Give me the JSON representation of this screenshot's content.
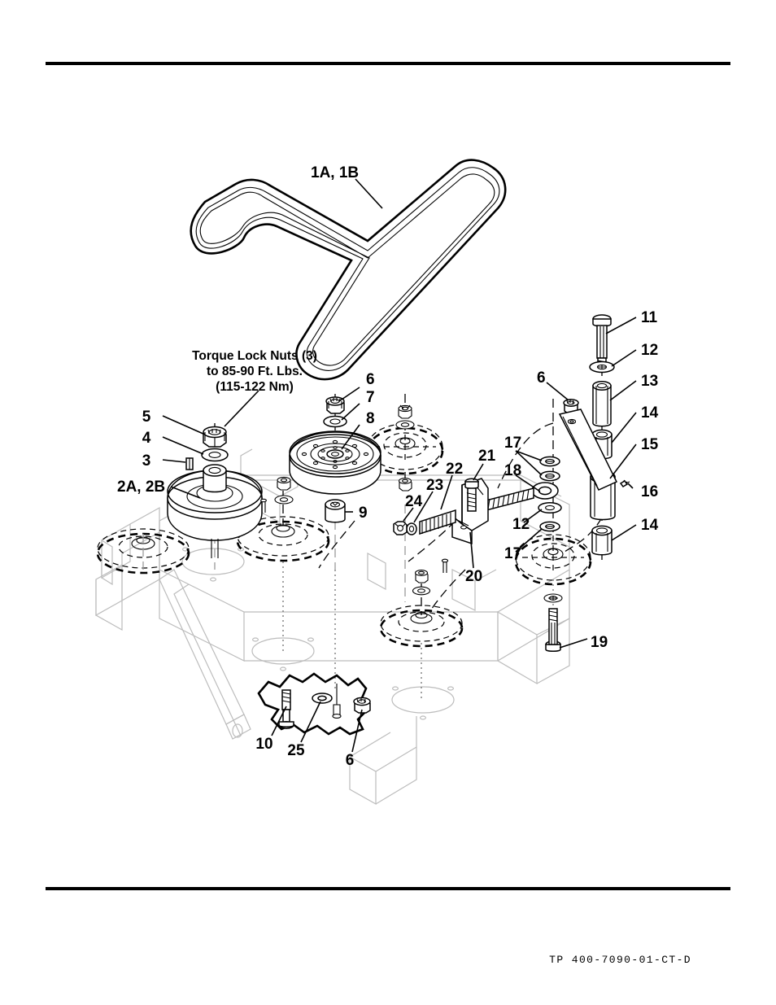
{
  "document": {
    "footer_code": "TP 400-7090-01-CT-D"
  },
  "notes": {
    "torque_note_line1": "Torque Lock Nuts (3)",
    "torque_note_line2": "to 85-90 Ft. Lbs.",
    "torque_note_line3": "(115-122 Nm)"
  },
  "callouts": {
    "belt": "1A, 1B",
    "drive_pulley": "2A, 2B",
    "c3": "3",
    "c4": "4",
    "c5": "5",
    "c6_center": "6",
    "c7": "7",
    "c8": "8",
    "c9": "9",
    "c6_right": "6",
    "c11": "11",
    "c12_right": "12",
    "c13": "13",
    "c14_upper": "14",
    "c15": "15",
    "c16": "16",
    "c14_lower": "14",
    "c17_upper": "17",
    "c18": "18",
    "c12_mid": "12",
    "c17_lower": "17",
    "c19": "19",
    "c20": "20",
    "c21": "21",
    "c22": "22",
    "c23": "23",
    "c24": "24",
    "c10": "10",
    "c25": "25",
    "c6_bottom": "6"
  },
  "colors": {
    "line": "#000000",
    "deck_outline": "#b8b8b8",
    "deck_outline_dark": "#9a9a9a",
    "page_background": "#ffffff"
  }
}
